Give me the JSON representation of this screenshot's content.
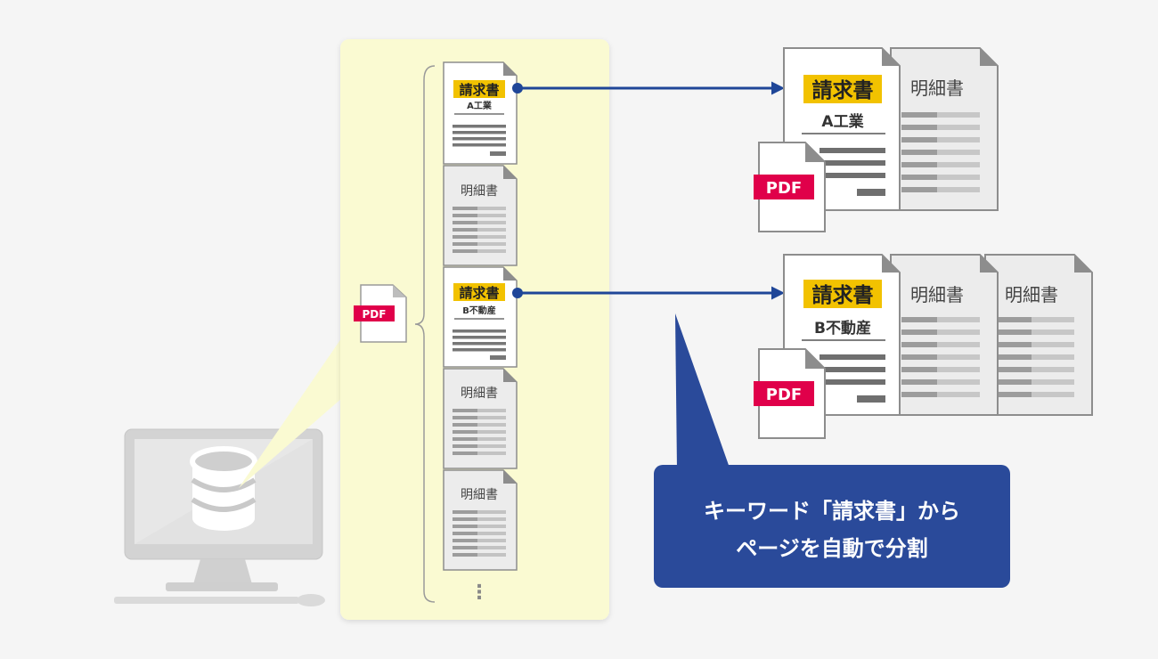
{
  "pdf_label": "PDF",
  "stack": {
    "pages": [
      {
        "kind": "invoice",
        "title": "請求書",
        "company": "A工業"
      },
      {
        "kind": "detail",
        "title": "明細書"
      },
      {
        "kind": "invoice",
        "title": "請求書",
        "company": "B不動産"
      },
      {
        "kind": "detail",
        "title": "明細書"
      },
      {
        "kind": "detail",
        "title": "明細書"
      }
    ],
    "more": "⋮"
  },
  "outputs": [
    {
      "title": "請求書",
      "company": "A工業",
      "details": [
        "明細書"
      ]
    },
    {
      "title": "請求書",
      "company": "B不動産",
      "details": [
        "明細書",
        "明細書"
      ]
    }
  ],
  "callout": {
    "line1": "キーワード「請求書」から",
    "line2": "ページを自動で分割"
  },
  "colors": {
    "background": "#f5f5f5",
    "panel": "#fafad2",
    "highlight": "#f2c200",
    "arrow": "#1f4698",
    "callout": "#2a4a9a",
    "pdf": "#e0004a",
    "doc_border": "#8d8d8d",
    "monitor": "#d9d9d9"
  },
  "icons": {
    "computer": "desktop-computer-icon",
    "database": "database-icon",
    "pdf": "pdf-file-icon"
  }
}
